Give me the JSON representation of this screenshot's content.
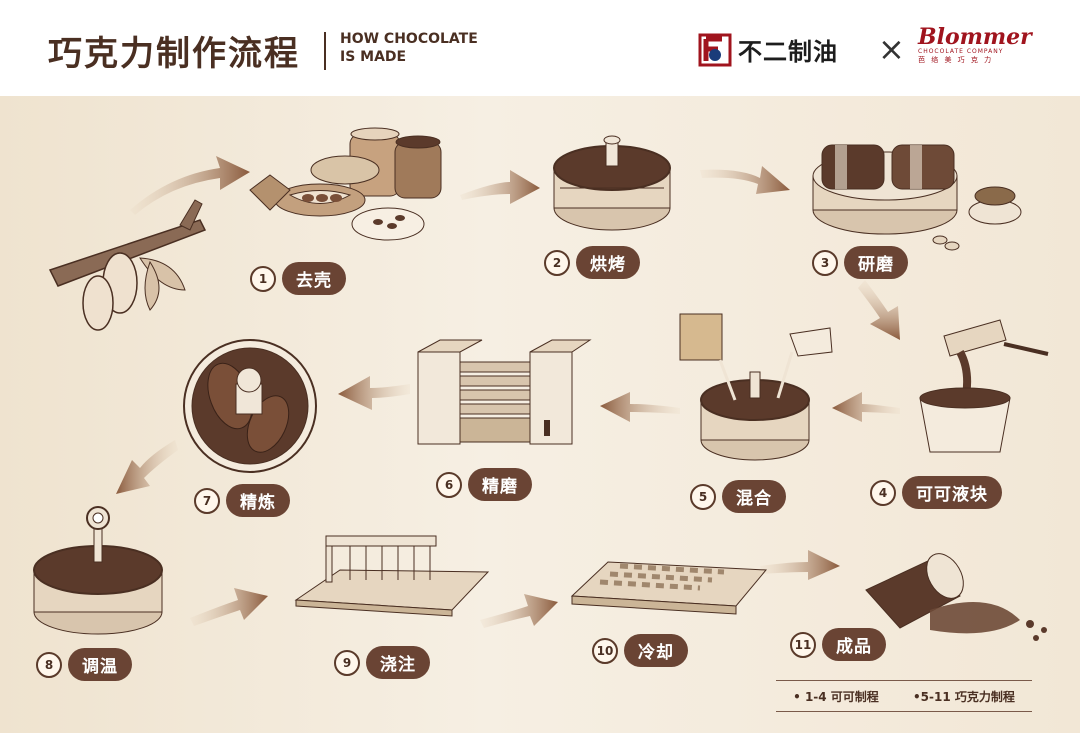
{
  "header": {
    "title_cn": "巧克力制作流程",
    "title_en_line1": "HOW CHOCOLATE",
    "title_en_line2": "IS MADE",
    "brand1_name": "不二制油",
    "separator": "×",
    "brand2_name": "Blommer",
    "brand2_sub": "CHOCOLATE COMPANY",
    "brand2_cn": "芭 络 美 巧 克 力",
    "brand_color": "#a0141e"
  },
  "steps": [
    {
      "num": "1",
      "label": "去壳"
    },
    {
      "num": "2",
      "label": "烘烤"
    },
    {
      "num": "3",
      "label": "研磨"
    },
    {
      "num": "4",
      "label": "可可液块"
    },
    {
      "num": "5",
      "label": "混合"
    },
    {
      "num": "6",
      "label": "精磨"
    },
    {
      "num": "7",
      "label": "精炼"
    },
    {
      "num": "8",
      "label": "调温"
    },
    {
      "num": "9",
      "label": "浇注"
    },
    {
      "num": "10",
      "label": "冷却"
    },
    {
      "num": "11",
      "label": "成品"
    }
  ],
  "legend": {
    "item1": "• 1-4 可可制程",
    "item2": "•5-11 巧克力制程"
  },
  "colors": {
    "pill": "#6a4434",
    "text_dark": "#4a2f22",
    "chocolate": "#5b3a2b",
    "arrow": "#b08a68"
  }
}
